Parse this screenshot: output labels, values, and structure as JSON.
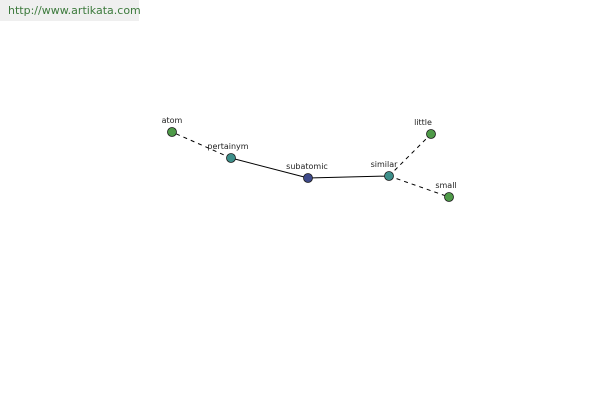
{
  "header": {
    "url": "http://www.artikata.com"
  },
  "colors": {
    "center_node": "#3e4a8a",
    "relation_node": "#3d8f8a",
    "leaf_node": "#4e9a48",
    "edge": "#000000",
    "url_text": "#3c7a3c",
    "url_background": "#efefef"
  },
  "graph": {
    "center": "subatomic",
    "nodes": [
      {
        "id": "subatomic",
        "label": "subatomic",
        "kind": "center"
      },
      {
        "id": "pertainym",
        "label": "pertainym",
        "kind": "relation"
      },
      {
        "id": "similar",
        "label": "similar",
        "kind": "relation"
      },
      {
        "id": "atom",
        "label": "atom",
        "kind": "leaf"
      },
      {
        "id": "little",
        "label": "little",
        "kind": "leaf"
      },
      {
        "id": "small",
        "label": "small",
        "kind": "leaf"
      }
    ],
    "edges": [
      {
        "from": "subatomic",
        "to": "pertainym",
        "style": "solid"
      },
      {
        "from": "subatomic",
        "to": "similar",
        "style": "solid"
      },
      {
        "from": "pertainym",
        "to": "atom",
        "style": "dashed"
      },
      {
        "from": "similar",
        "to": "little",
        "style": "dashed"
      },
      {
        "from": "similar",
        "to": "small",
        "style": "dashed"
      }
    ]
  }
}
